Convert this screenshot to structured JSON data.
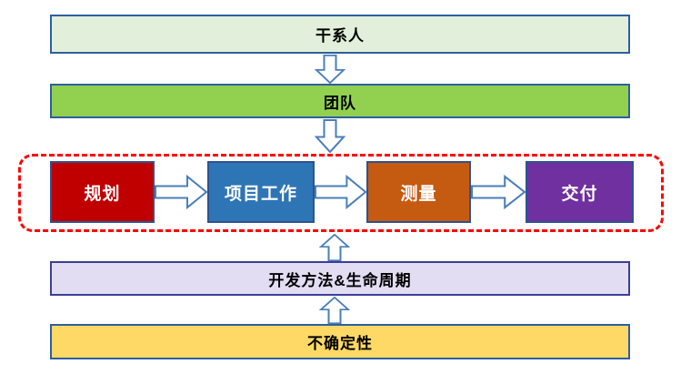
{
  "diagram": {
    "title_semantics": "project-performance-domains-flow",
    "arrow_color": "#4a7ebb",
    "loop_border_color": "#fe0000",
    "top_bars": [
      {
        "id": "stakeholders",
        "label": "干系人",
        "fill": "#e2efda",
        "border": "#2e5f9e"
      },
      {
        "id": "team",
        "label": "团队",
        "fill": "#92d050",
        "border": "#2e5f9e"
      }
    ],
    "process_flow": {
      "steps": [
        {
          "id": "planning",
          "label": "规划",
          "fill": "#c00000",
          "border": "#2f528f"
        },
        {
          "id": "project-work",
          "label": "项目工作",
          "fill": "#2e75b6",
          "border": "#2f528f"
        },
        {
          "id": "measurement",
          "label": "测量",
          "fill": "#c55a11",
          "border": "#2f528f"
        },
        {
          "id": "delivery",
          "label": "交付",
          "fill": "#7030a0",
          "border": "#2f528f"
        }
      ]
    },
    "bottom_bars": [
      {
        "id": "dev-method-lifecycle",
        "label": "开发方法&生命周期",
        "fill": "#e2ddf2",
        "border": "#3c3e97"
      },
      {
        "id": "uncertainty",
        "label": "不确定性",
        "fill": "#ffd966",
        "border": "#2e5f9e"
      }
    ]
  }
}
